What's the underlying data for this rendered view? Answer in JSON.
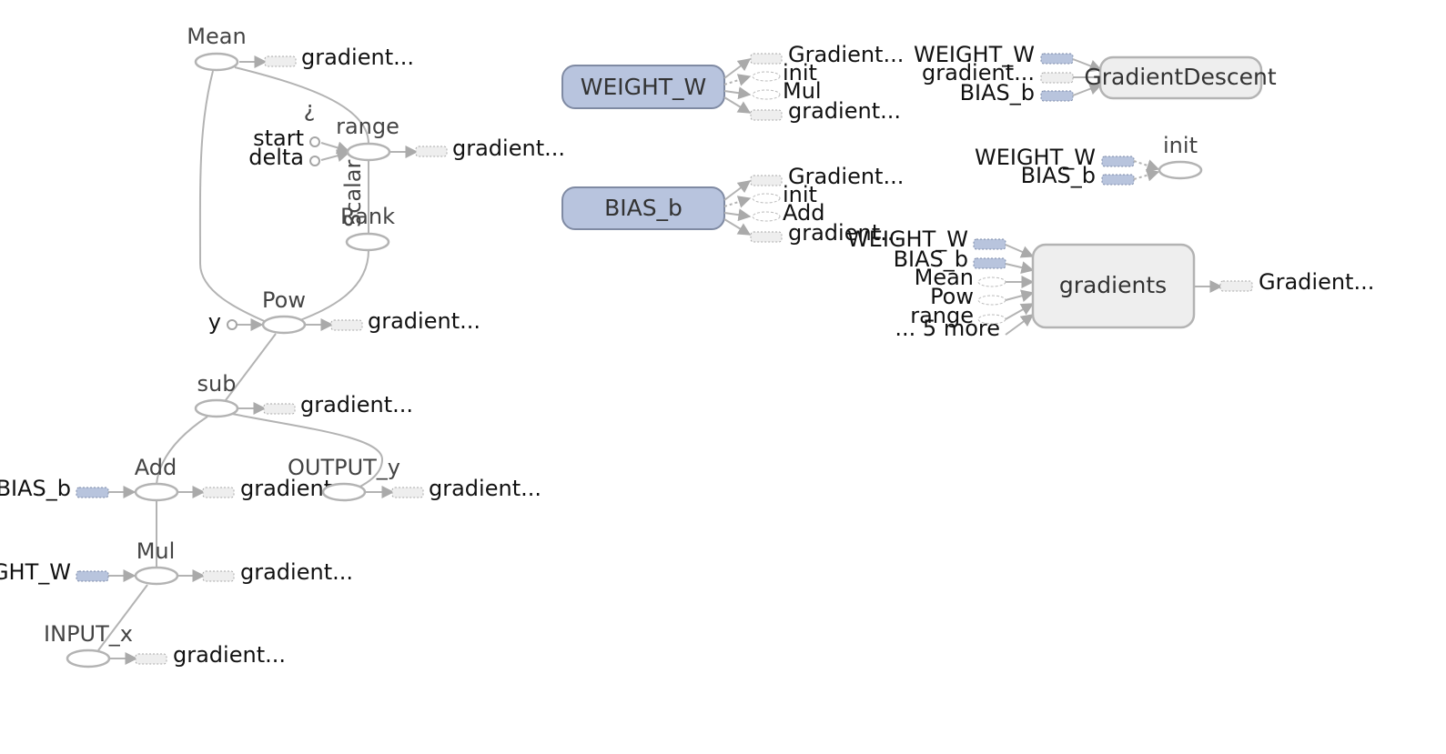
{
  "graph": {
    "nodes": {
      "mean": "Mean",
      "range": "range",
      "rank": "Rank",
      "pow": "Pow",
      "sub": "sub",
      "add": "Add",
      "mul": "Mul",
      "output_y": "OUTPUT_y",
      "input_x": "INPUT_x",
      "weight_w": "WEIGHT_W",
      "bias_b": "BIAS_b",
      "gradient_descent": "GradientDescent",
      "init": "init",
      "gradients": "gradients"
    },
    "constants": {
      "start": "start",
      "delta": "delta",
      "y": "y",
      "question": "¿",
      "scalar": "Scalar"
    },
    "labels": {
      "gradient_trunc": "gradient...",
      "Gradient_trunc": "Gradient...",
      "bias_b": "BIAS_b",
      "weight_w_trunc_left": "GHT_W",
      "bias_b_trunc_left": "BIAS_b",
      "weight_w": "WEIGHT_W",
      "init": "init",
      "mul": "Mul",
      "add": "Add",
      "mean": "Mean",
      "pow": "Pow",
      "range": "range",
      "more": "... 5 more"
    },
    "colors": {
      "variable_fill": "#b8c4de",
      "variable_stroke": "#7f8aa3",
      "meta_fill": "#eeeeee",
      "edge": "#b3b3b3"
    }
  }
}
